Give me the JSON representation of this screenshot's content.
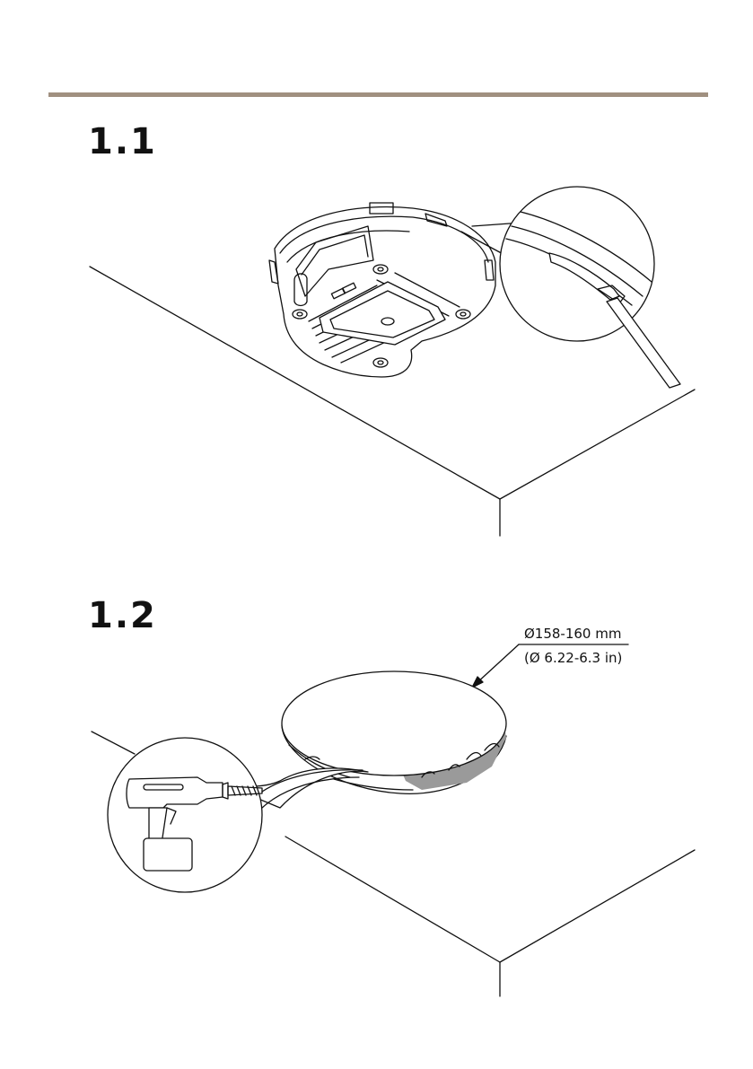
{
  "steps": [
    {
      "number": "1.1"
    },
    {
      "number": "1.2",
      "hole_diameter_metric": "Ø158-160 mm",
      "hole_diameter_imperial": "(Ø 6.22-6.3 in)"
    }
  ],
  "colors": {
    "rule": "#a09080",
    "line": "#111111",
    "shade": "#9a9a9a"
  },
  "icons": [
    "ceiling-mount-bracket",
    "screwdriver",
    "drill",
    "ceiling-hole"
  ]
}
